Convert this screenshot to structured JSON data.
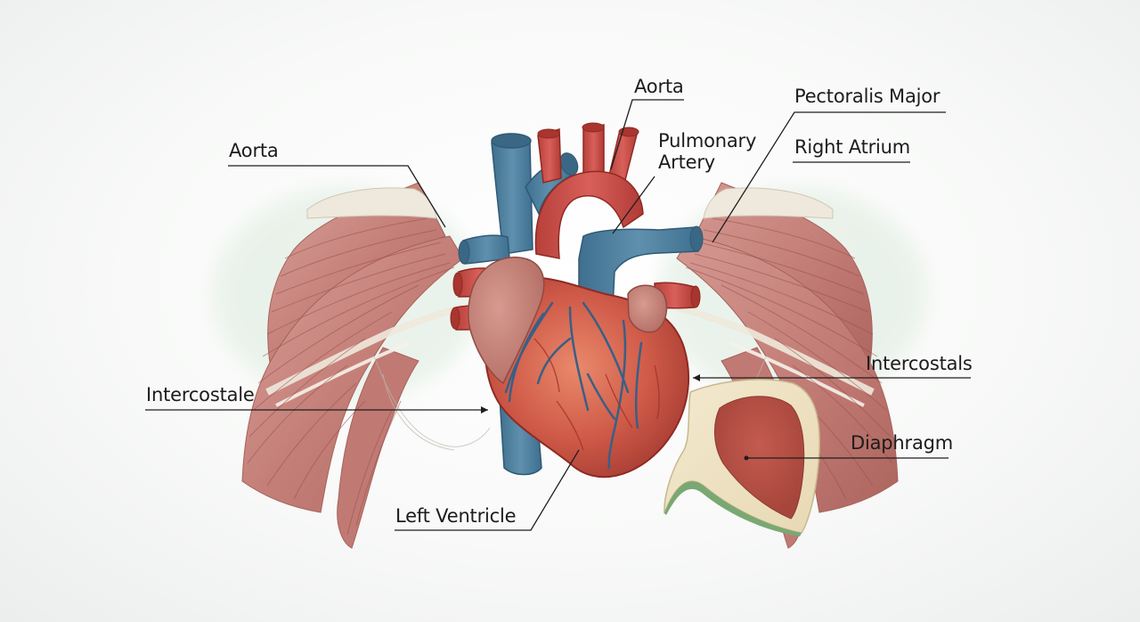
{
  "labels": {
    "aorta_left": "Aorta",
    "aorta_top": "Aorta",
    "pulmonary_line1": "Pulmonary",
    "pulmonary_line2": "Artery",
    "pectoralis_major": "Pectoralis Major",
    "right_atrium": "Right Atrium",
    "intercostale": "Intercostale",
    "intercostals": "Intercostals",
    "diaphragm": "Diaphragm",
    "left_ventricle": "Left Ventricle"
  },
  "colors": {
    "muscle": "#c9837c",
    "muscle_dark": "#9a4f49",
    "heart": "#c9493e",
    "heart_dark": "#8f2a23",
    "vein_blue": "#4f7f9e",
    "vein_dark": "#2f5a75",
    "tendon": "#ece7da",
    "diaphragm_edge": "#7aa873",
    "leader_line": "#1e1e1e"
  }
}
